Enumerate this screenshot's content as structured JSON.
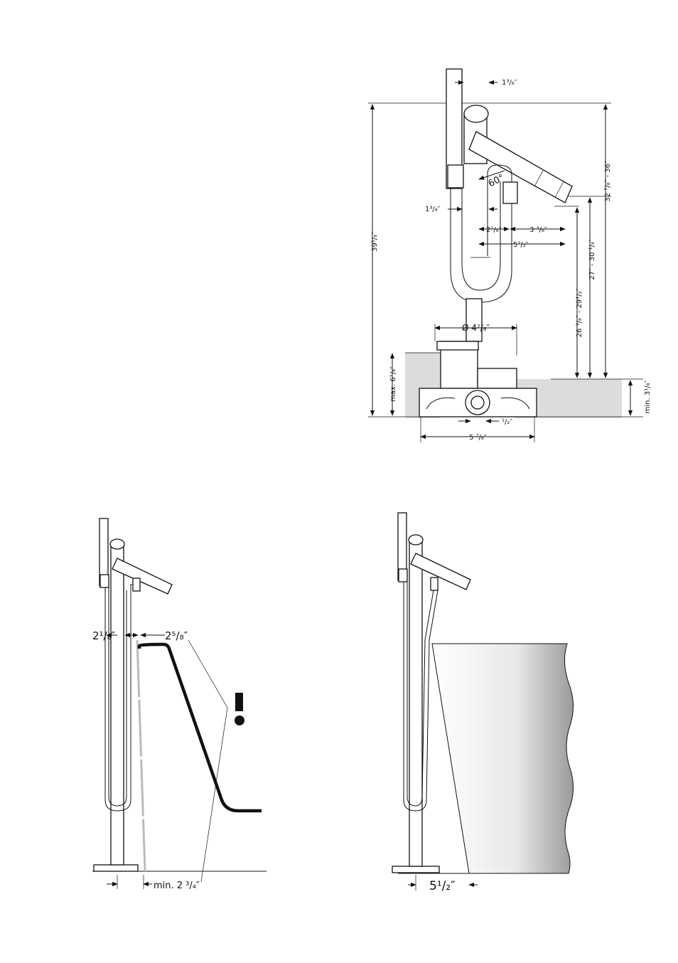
{
  "top_drawing": {
    "dim_handshower_width": "1³/₈″",
    "dim_holder_offset": "1³/₈″",
    "dim_total_height": "39¹/₈″",
    "dim_angle": "60°",
    "dim_spout_offset_a": "2¹/₈″",
    "dim_spout_offset_b": "3 ³/₈″",
    "dim_spout_reach": "5¹/₂″",
    "dim_base_diameter": "Ø 4⁷/₈″",
    "dim_rough_in_max": "max. 6¹/₄″",
    "dim_outlet_height": "26 ³/₈″ - 29¹/₂″",
    "dim_outlet_height_2": "27″ - 30 ¹/₈″",
    "dim_top_height": "32 ⁷/₈″ - 36″",
    "dim_floor_min": "min. 3¹/₈″",
    "dim_pipe": "¹/₂″",
    "dim_base_width": "5 ⁷/₈″"
  },
  "bottom_left_drawing": {
    "dim_gap_a": "2¹/₈″",
    "dim_gap_b": "2⁵/₈″",
    "dim_clearance": "min. 2 ³/₄″",
    "warning_symbol": "!"
  },
  "bottom_right_drawing": {
    "dim_reach": "5¹/₂″"
  }
}
